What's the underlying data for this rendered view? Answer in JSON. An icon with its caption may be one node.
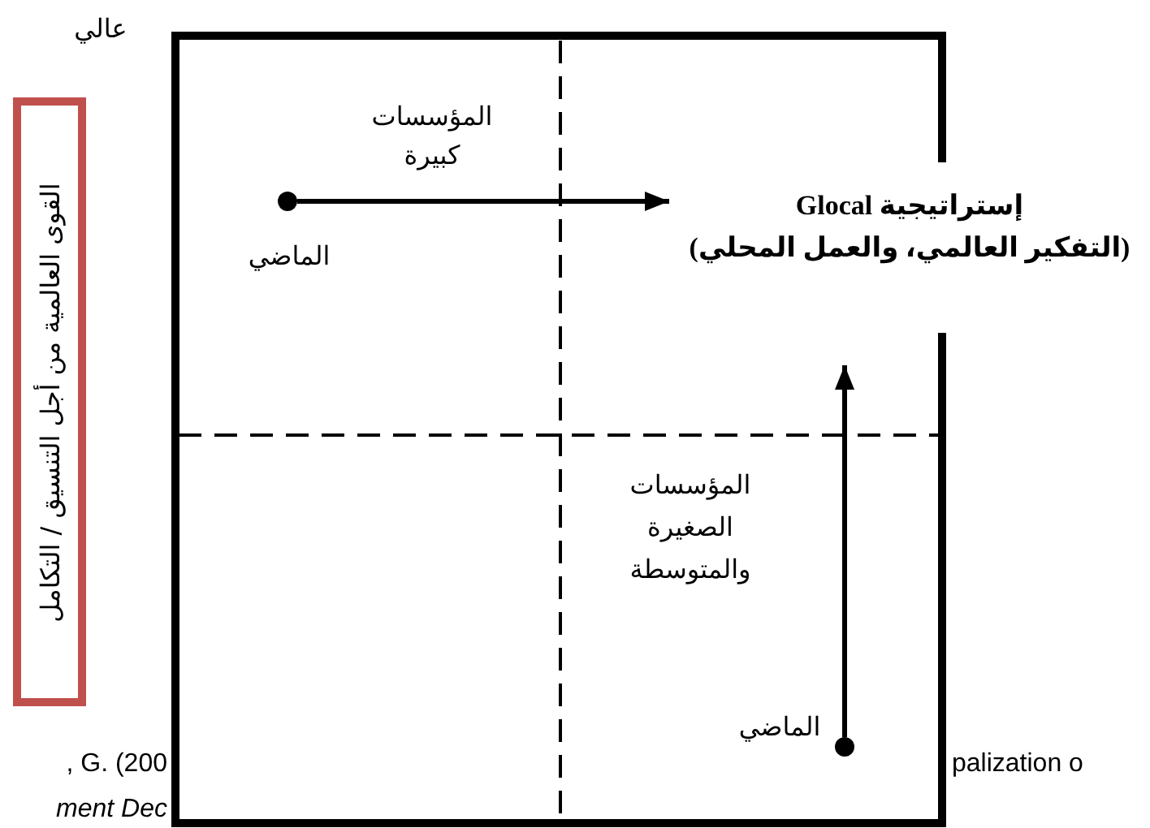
{
  "diagram": {
    "nodes": [
      {
        "text": [],
        "shape": "circle",
        "beside": [
          "الماضي"
        ]
      },
      {
        "text": [
          "إستراتيجية Glocal",
          "(التفكير العالمي، والعمل المحلي)"
        ]
      },
      {
        "text": [],
        "shape": "circle",
        "beside": [
          "الماضي"
        ]
      },
      {
        "text": [
          "القوى العالمية من أجل التنسيق / التكامل"
        ]
      }
    ],
    "edges": [
      {
        "from": 0,
        "to": 1,
        "arrow": "to"
      },
      {
        "from": 2,
        "to": 1,
        "arrow": "to"
      }
    ],
    "labels": [
      "عالي",
      "المؤسسات كبيرة",
      "المؤسسات الصغيرة والمتوسطة",
      ", G. (200",
      "palization o",
      "ment Dec"
    ]
  }
}
